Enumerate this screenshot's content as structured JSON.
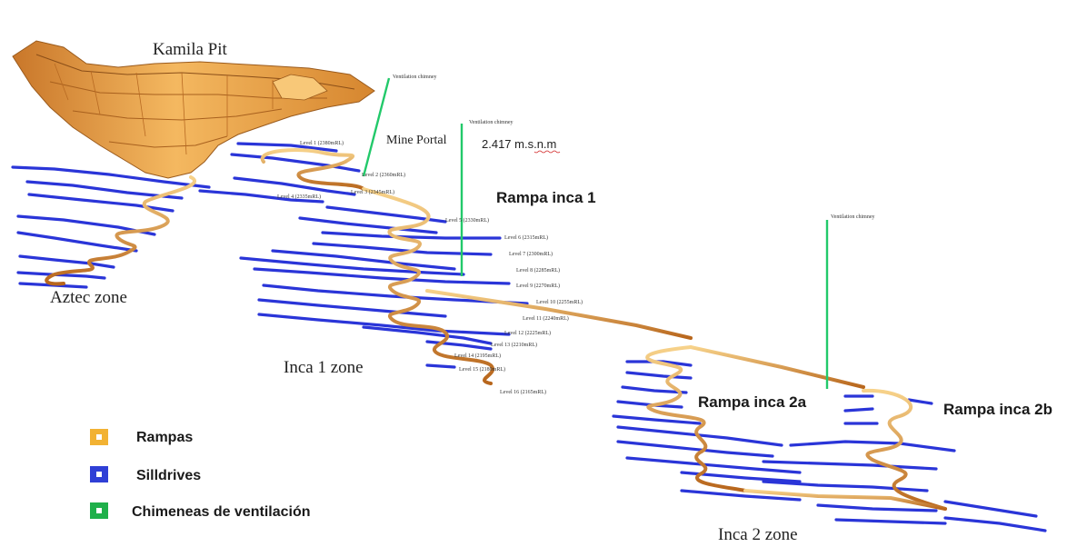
{
  "labels": {
    "kamila_pit": "Kamila Pit",
    "mine_portal": "Mine Portal",
    "elevation": "2.417 m.s.n.m",
    "rampa_inca_1": "Rampa inca 1",
    "rampa_inca_2a": "Rampa inca 2a",
    "rampa_inca_2b": "Rampa inca 2b",
    "aztec_zone": "Aztec zone",
    "inca_1_zone": "Inca 1 zone",
    "inca_2_zone": "Inca 2 zone"
  },
  "ventilation": {
    "chimney_1": "Ventilation chimney",
    "chimney_2": "Ventilation chimney",
    "chimney_3": "Ventilation chimney"
  },
  "levels": [
    "Level 1 (2380mRL)",
    "Level 2 (2360mRL)",
    "Level 3 (2345mRL)",
    "Level 4 (2335mRL)",
    "Level 5 (2330mRL)",
    "Level 6 (2315mRL)",
    "Level 7 (2300mRL)",
    "Level 8 (2285mRL)",
    "Level 9 (2270mRL)",
    "Level 10 (2255mRL)",
    "Level 11 (2240mRL)",
    "Level 12 (2225mRL)",
    "Level 13 (2210mRL)",
    "Level 14 (2195mRL)",
    "Level 15 (2180mRL)",
    "Level 16 (2165mRL)"
  ],
  "legend": [
    {
      "label": "Rampas",
      "color": "#f2b233"
    },
    {
      "label": "Silldrives",
      "color": "#2f3fd6"
    },
    {
      "label": "Chimeneas de ventilación",
      "color": "#1fb04a"
    }
  ],
  "colors": {
    "ramp": "#d98a2b",
    "ramp_light": "#f3c06a",
    "silldrive": "#2a35d8",
    "chimney": "#22c96a",
    "pit": "#e39a3c"
  }
}
